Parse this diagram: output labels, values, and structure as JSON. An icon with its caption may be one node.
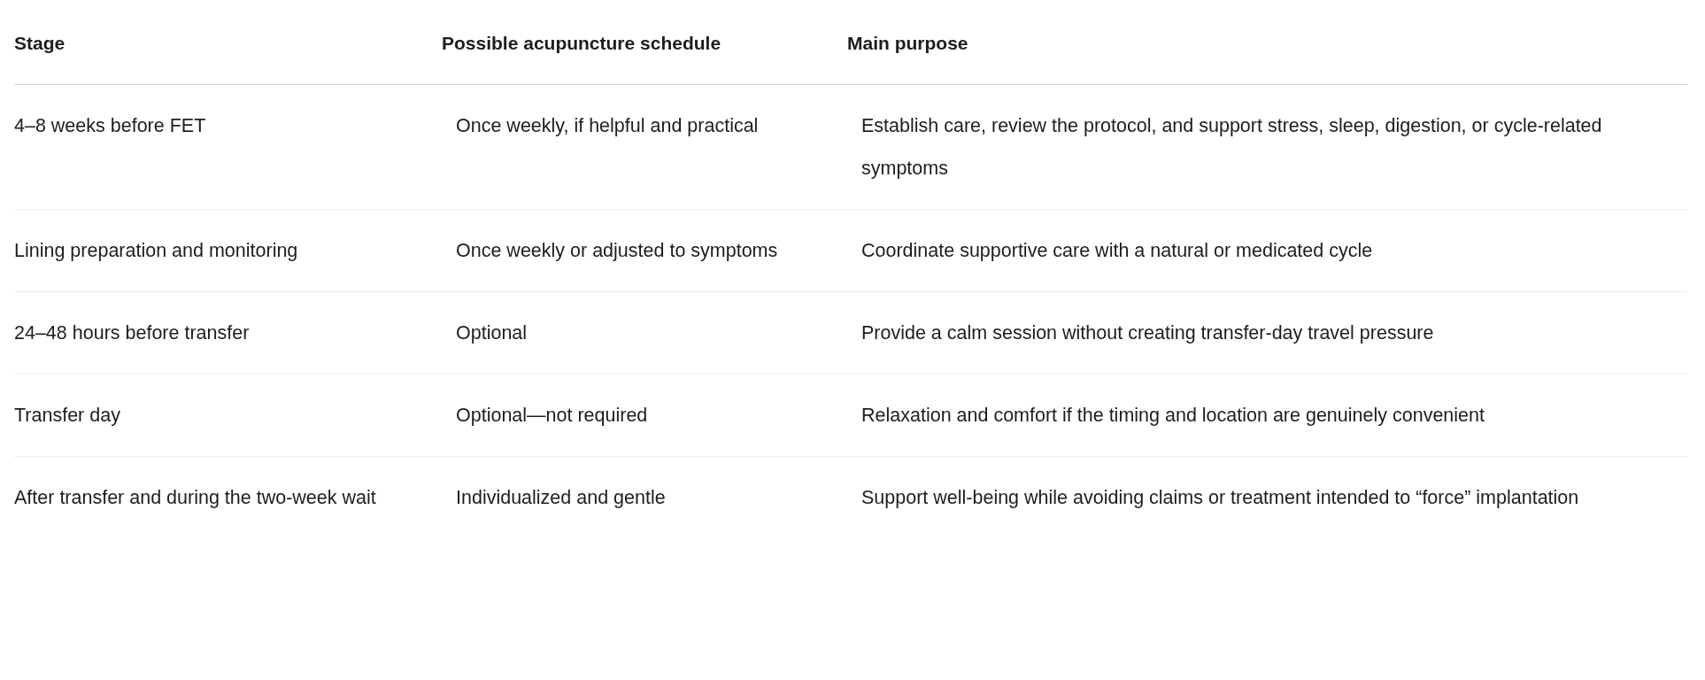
{
  "diagram": {
    "labels": [
      "Stage",
      "Possible acupuncture schedule",
      "Main purpose",
      "4–8 weeks before FET",
      "Once weekly, if helpful and practical",
      "Establish care, review the protocol, and support stress, sleep, digestion, or cycle-related symptoms",
      "Lining preparation and monitoring",
      "Once weekly or adjusted to symptoms",
      "Coordinate supportive care with a natural or medicated cycle",
      "24–48 hours before transfer",
      "Optional",
      "Provide a calm session without creating transfer-day travel pressure",
      "Transfer day",
      "Optional—not required",
      "Relaxation and comfort if the timing and location are genuinely convenient",
      "After transfer and during the two-week wait",
      "Individualized and gentle",
      "Support well-being while avoiding claims or treatment intended to “force” implantation"
    ]
  }
}
